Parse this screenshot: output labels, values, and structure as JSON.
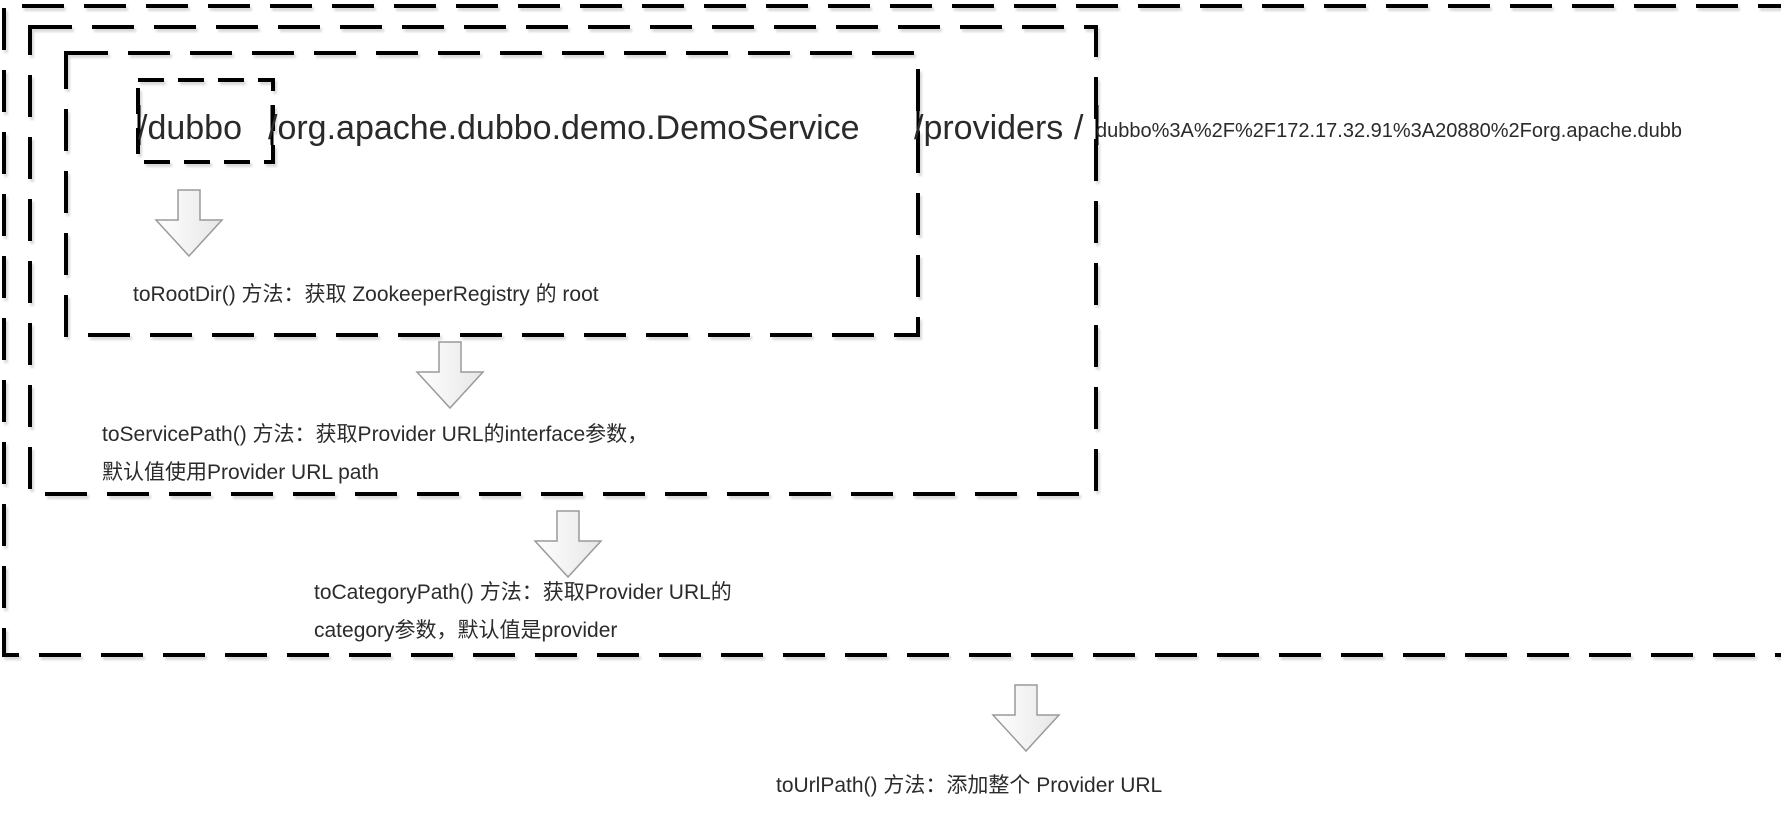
{
  "path": {
    "segments": [
      "/dubbo",
      "/org.apache.dubbo.demo.DemoService",
      "/providers",
      "/"
    ],
    "url_part": "dubbo%3A%2F%2F172.17.32.91%3A20880%2Forg.apache.dubb"
  },
  "steps": [
    {
      "lines": [
        "toRootDir() 方法：获取 ZookeeperRegistry 的 root"
      ]
    },
    {
      "lines": [
        "toServicePath() 方法：获取Provider URL的interface参数，",
        "默认值使用Provider URL path"
      ]
    },
    {
      "lines": [
        "toCategoryPath() 方法：获取Provider URL的",
        "category参数，默认值是provider"
      ]
    },
    {
      "lines": [
        "toUrlPath() 方法：添加整个 Provider URL"
      ]
    }
  ]
}
